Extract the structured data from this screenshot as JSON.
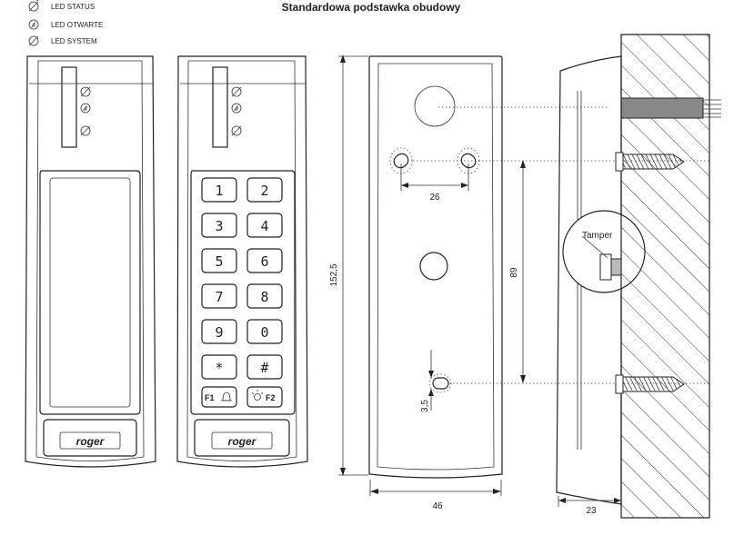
{
  "title": "Standardowa podstawka obudowy",
  "legend": [
    {
      "label": "LED STATUS",
      "icon": "led-status-icon"
    },
    {
      "label": "LED OTWARTE",
      "icon": "led-open-icon"
    },
    {
      "label": "LED SYSTEM",
      "icon": "led-system-icon"
    }
  ],
  "logo_text": "roger",
  "keypad": {
    "keys": [
      "1",
      "2",
      "3",
      "4",
      "5",
      "6",
      "7",
      "8",
      "9",
      "0",
      "*",
      "#"
    ],
    "f1": "F1",
    "f2": "F2"
  },
  "dimensions": {
    "height": "152,5",
    "width": "46",
    "hole_spacing_h": "26",
    "hole_spacing_v": "89",
    "slot": "3,5",
    "depth": "23"
  },
  "tamper_label": "Tamper"
}
